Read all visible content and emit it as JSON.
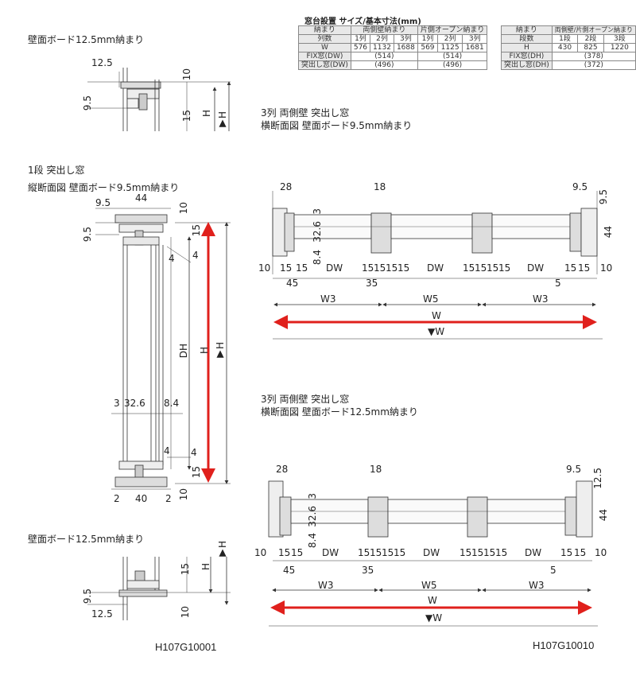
{
  "table": {
    "title": "窓台設置 サイズ/基本寸法(mm)",
    "left": {
      "header1": [
        "納まり",
        "両側壁納まり",
        "片側オープン納まり"
      ],
      "header2": [
        "列数",
        "1列",
        "2列",
        "3列",
        "1列",
        "2列",
        "3列"
      ],
      "row_w": [
        "W",
        "576",
        "1132",
        "1688",
        "569",
        "1125",
        "1681"
      ],
      "row_fix": [
        "FIX窓(DW)",
        "(514)",
        "(514)"
      ],
      "row_tsuki": [
        "突出し窓(DW)",
        "(496)",
        "(496)"
      ]
    },
    "right": {
      "header1": [
        "納まり",
        "両側壁/片側オープン納まり"
      ],
      "header2": [
        "段数",
        "1段",
        "2段",
        "3段"
      ],
      "row_h": [
        "H",
        "430",
        "825",
        "1220"
      ],
      "row_fix": [
        "FIX窓(DH)",
        "(378)"
      ],
      "row_tsuki": [
        "突出し窓(DH)",
        "(372)"
      ]
    }
  },
  "left_panel": {
    "top_title": "壁面ボード12.5mm納まり",
    "mid_title1": "1段 突出し窓",
    "mid_title2": "縦断面図 壁面ボード9.5mm納まり",
    "bottom_title": "壁面ボード12.5mm納まり",
    "top_dims": {
      "d125": "12.5",
      "d10": "10",
      "d95": "9.5",
      "d15": "15",
      "H": "H",
      "tH": "▼H"
    },
    "mid_dims": {
      "d95a": "9.5",
      "d44": "44",
      "d10": "10",
      "d95b": "9.5",
      "d15a": "15",
      "d4a": "4",
      "d4b": "4",
      "DH": "DH",
      "H": "H",
      "tH": "▼H",
      "d3": "3",
      "d326": "32.6",
      "d84": "8.4",
      "d4c": "4",
      "d4d": "4",
      "d15b": "15",
      "d2a": "2",
      "d40": "40",
      "d2b": "2",
      "d10b": "10"
    },
    "bot_dims": {
      "tH": "▼H",
      "d15": "15",
      "H": "H",
      "d95": "9.5",
      "d125": "12.5",
      "d10": "10"
    },
    "code": "H107G10001"
  },
  "right_panel": {
    "top": {
      "title1": "3列 両側壁 突出し窓",
      "title2": "横断面図 壁面ボード9.5mm納まり",
      "d28": "28",
      "d18": "18",
      "d95": "9.5",
      "d95b": "9.5",
      "d3": "3",
      "d326": "32.6",
      "d84": "8.4",
      "d44": "44",
      "d10a": "10",
      "d15": "15",
      "DW": "DW",
      "d10b": "10",
      "d45": "45",
      "d35": "35",
      "d5": "5",
      "W3": "W3",
      "W5": "W5",
      "W": "W",
      "tW": "▼W"
    },
    "bottom": {
      "title1": "3列 両側壁 突出し窓",
      "title2": "横断面図 壁面ボード12.5mm納まり",
      "d28": "28",
      "d18": "18",
      "d95": "9.5",
      "d125": "12.5",
      "d3": "3",
      "d326": "32.6",
      "d84": "8.4",
      "d44": "44",
      "d10a": "10",
      "d15": "15",
      "DW": "DW",
      "d10b": "10",
      "d45": "45",
      "d35": "35",
      "d5": "5",
      "W3": "W3",
      "W5": "W5",
      "W": "W",
      "tW": "▼W"
    },
    "code": "H107G10010"
  },
  "colors": {
    "accent": "#e0201c",
    "line": "#333333",
    "frame": "#d8d8d8"
  }
}
